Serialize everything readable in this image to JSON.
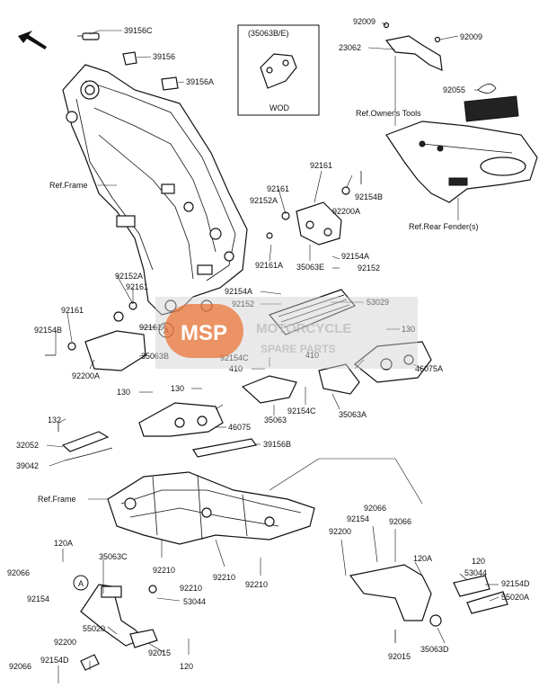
{
  "labels": {
    "l39156c": "39156C",
    "l39156": "39156",
    "l39156a": "39156A",
    "l35063be": "(35063B/E)",
    "lwod": "WOD",
    "l92009a": "92009",
    "l92009b": "92009",
    "l23062": "23062",
    "l92055": "92055",
    "lrefowner": "Ref.Owner's Tools",
    "lrefframe1": "Ref.Frame",
    "l92161a": "92161",
    "l92161b": "92161",
    "l92152a1": "92152A",
    "l92154b1": "92154B",
    "l92200a1": "92200A",
    "lrefrear": "Ref.Rear Fender(s)",
    "l92161a1": "92161A",
    "l35063e": "35063E",
    "l92154a1": "92154A",
    "l92152a": "92152",
    "l92152a2": "92152A",
    "l92161c": "92161",
    "l92154a2": "92154A",
    "l92152b": "92152",
    "l53029": "53029",
    "l92161d": "92161",
    "l92161a2": "92161A",
    "l130a": "130",
    "l92154b2": "92154B",
    "l35063b": "35063B",
    "l92200a2": "92200A",
    "l92154c1": "92154C",
    "l410a": "410",
    "l410b": "410",
    "l46075a": "46075A",
    "l130b": "130",
    "l130c": "130",
    "l35063": "35063",
    "l92154c2": "92154C",
    "l35063a": "35063A",
    "l46075": "46075",
    "l132": "132",
    "l32052": "32052",
    "l39042": "39042",
    "l39156b": "39156B",
    "lrefframe2": "Ref.Frame",
    "l92066a": "92066",
    "l92154c": "92154",
    "l92066b": "92066",
    "l92200b": "92200",
    "l120a": "120A",
    "l35063c": "35063C",
    "l92066c": "92066",
    "l92210a": "92210",
    "l92210b": "92210",
    "l120aa": "120A",
    "l120b": "120",
    "l53044a": "53044",
    "l92154d": "92154D",
    "l55020a": "55020A",
    "l92154e": "92154",
    "l92210c": "92210",
    "l92210d": "92210",
    "l53044b": "53044",
    "l55020": "55020",
    "l92200c": "92200",
    "l92066d": "92066",
    "l92015a": "92015",
    "l120c": "120",
    "l92154d2": "92154D",
    "l92015b": "92015",
    "l35063d": "35063D",
    "calloutA": "A"
  },
  "watermark": {
    "brand": "MSP",
    "line1": "MOTORCYCLE",
    "line2": "SPARE PARTS"
  },
  "colors": {
    "ink": "#111111",
    "watermark_orange": "#e8763a",
    "watermark_gray": "#c8c8c8"
  }
}
